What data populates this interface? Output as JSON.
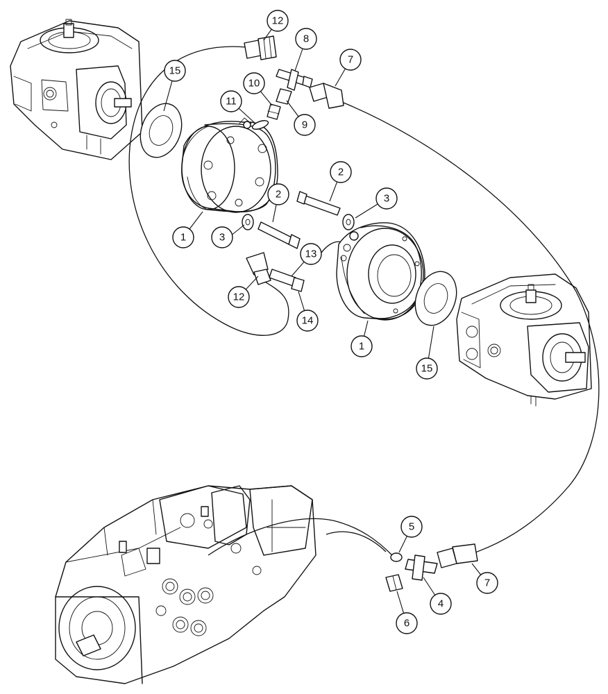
{
  "callouts": {
    "c1a": "1",
    "c1b": "1",
    "c2a": "2",
    "c2b": "2",
    "c3a": "3",
    "c3b": "3",
    "c4": "4",
    "c5": "5",
    "c6": "6",
    "c7a": "7",
    "c7b": "7",
    "c8": "8",
    "c9": "9",
    "c10": "10",
    "c11": "11",
    "c12a": "12",
    "c12b": "12",
    "c13": "13",
    "c14": "14",
    "c15a": "15",
    "c15b": "15"
  }
}
